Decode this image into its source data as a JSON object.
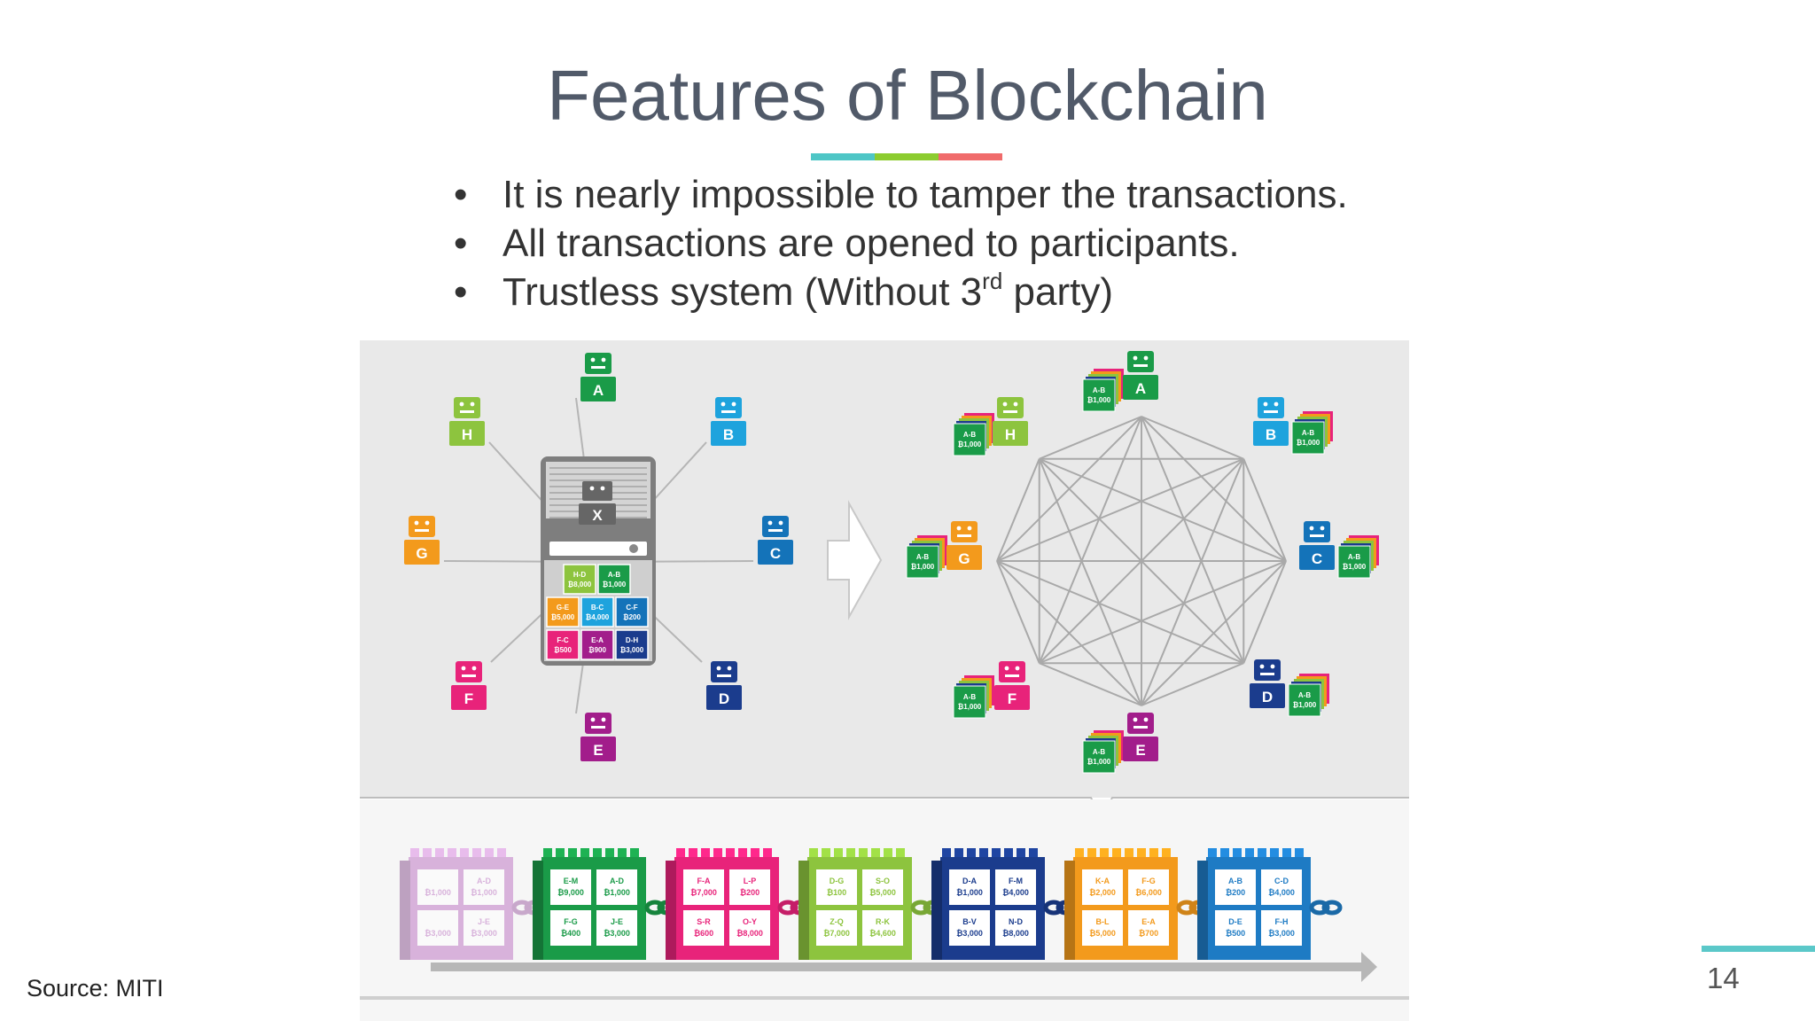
{
  "slide": {
    "title": "Features of Blockchain",
    "bullets": [
      {
        "pre": "It is nearly impossible to tamper the transactions.",
        "sup": "",
        "post": ""
      },
      {
        "pre": "All transactions are opened to participants.",
        "sup": "",
        "post": ""
      },
      {
        "pre": "Trustless system (Without 3",
        "sup": "rd",
        "post": " party)"
      }
    ],
    "source": "Source: MITI",
    "page_number": "14"
  },
  "colors": {
    "title": "#515a69",
    "underline": [
      "#4ec6c6",
      "#8ccc2f",
      "#f06b6b"
    ],
    "page_bar": "#5bc8c9",
    "panel_bg": "#e9e9e9",
    "nodes": {
      "A": "#1a9b48",
      "B": "#1ea3dd",
      "C": "#1473b9",
      "D": "#1b3c8d",
      "E": "#a21d8b",
      "F": "#e8237a",
      "G": "#f39a1c",
      "H": "#8dc43e"
    }
  },
  "diagram": {
    "left_nodes": [
      "A",
      "B",
      "C",
      "D",
      "E",
      "F",
      "G",
      "H"
    ],
    "right_nodes": [
      "A",
      "B",
      "C",
      "D",
      "E",
      "F",
      "G",
      "H"
    ],
    "server_label": "X",
    "server_cells": [
      {
        "top": "H-D",
        "bot": "₿8,000",
        "color": "#8dc43e"
      },
      {
        "top": "A-B",
        "bot": "₿1,000",
        "color": "#1a9b48"
      },
      {
        "top": "G-E",
        "bot": "₿5,000",
        "color": "#f39a1c"
      },
      {
        "top": "B-C",
        "bot": "₿4,000",
        "color": "#1ea3dd"
      },
      {
        "top": "C-F",
        "bot": "₿200",
        "color": "#1473b9"
      },
      {
        "top": "F-C",
        "bot": "₿500",
        "color": "#e8237a"
      },
      {
        "top": "E-A",
        "bot": "₿900",
        "color": "#a21d8b"
      },
      {
        "top": "D-H",
        "bot": "₿3,000",
        "color": "#1b3c8d"
      }
    ],
    "ledger": {
      "top": "A-B",
      "bot": "₿1,000"
    },
    "chain_blocks": [
      {
        "color": "#c07bc6",
        "cells": [
          [
            "",
            "₿1,000"
          ],
          [
            "A-D",
            "₿1,000"
          ],
          [
            "",
            "₿3,000"
          ],
          [
            "J-E",
            "₿3,000"
          ]
        ]
      },
      {
        "color": "#1a9b48",
        "cells": [
          [
            "E-M",
            "₿9,000"
          ],
          [
            "A-D",
            "₿1,000"
          ],
          [
            "F-G",
            "₿400"
          ],
          [
            "J-E",
            "₿3,000"
          ]
        ]
      },
      {
        "color": "#e8237a",
        "cells": [
          [
            "F-A",
            "₿7,000"
          ],
          [
            "L-P",
            "₿200"
          ],
          [
            "S-R",
            "₿600"
          ],
          [
            "O-Y",
            "₿8,000"
          ]
        ]
      },
      {
        "color": "#8dc43e",
        "cells": [
          [
            "D-G",
            "₿100"
          ],
          [
            "S-O",
            "₿5,000"
          ],
          [
            "Z-Q",
            "₿7,000"
          ],
          [
            "R-K",
            "₿4,600"
          ]
        ]
      },
      {
        "color": "#1b3c8d",
        "cells": [
          [
            "D-A",
            "₿1,000"
          ],
          [
            "F-M",
            "₿4,000"
          ],
          [
            "B-V",
            "₿3,000"
          ],
          [
            "N-D",
            "₿8,000"
          ]
        ]
      },
      {
        "color": "#f39a1c",
        "cells": [
          [
            "K-A",
            "₿2,000"
          ],
          [
            "F-G",
            "₿6,000"
          ],
          [
            "B-L",
            "₿5,000"
          ],
          [
            "E-A",
            "₿700"
          ]
        ]
      },
      {
        "color": "#1e7bc4",
        "cells": [
          [
            "A-B",
            "₿200"
          ],
          [
            "C-D",
            "₿4,000"
          ],
          [
            "D-E",
            "₿500"
          ],
          [
            "F-H",
            "₿3,000"
          ]
        ]
      }
    ]
  }
}
